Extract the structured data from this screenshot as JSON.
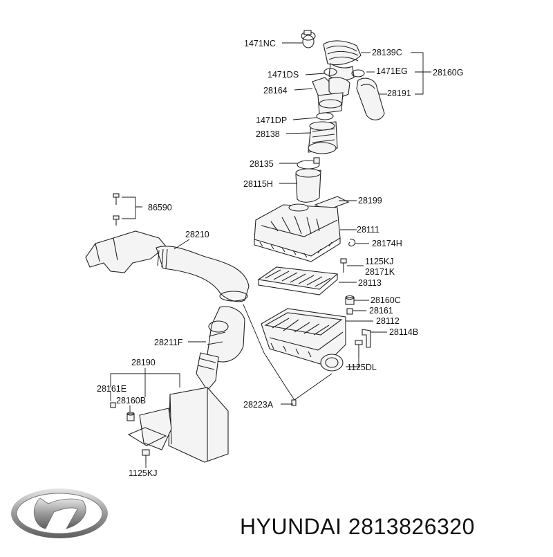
{
  "diagram": {
    "labels": {
      "clamp_top": "1471NC",
      "hose_top": "28139C",
      "hose_group": "28160G",
      "clamp_ds": "1471DS",
      "clamp_eg": "1471EG",
      "sensor_bracket": "28164",
      "resonator_small": "28191",
      "clamp_dp": "1471DP",
      "sensor": "28138",
      "clamp_135": "28135",
      "duct_h": "28115H",
      "label_plate": "28199",
      "bolt_top": "86590",
      "cover": "28111",
      "duct_main": "28210",
      "clip": "28174H",
      "bolt_kj": "1125KJ",
      "bolt_k": "28171K",
      "filter": "28113",
      "mount_c": "28160C",
      "mount": "28161",
      "case_body": "28112",
      "bracket_b": "28114B",
      "hose_f": "28211F",
      "bolt_dl": "1125DL",
      "resonator": "28190",
      "mount_e": "28161E",
      "mount_b": "28160B",
      "clamp_a": "28223A",
      "bolt_kj_bottom": "1125KJ"
    }
  },
  "brand": {
    "logo": "hyundai-logo",
    "caption": "HYUNDAI 2813826320"
  }
}
